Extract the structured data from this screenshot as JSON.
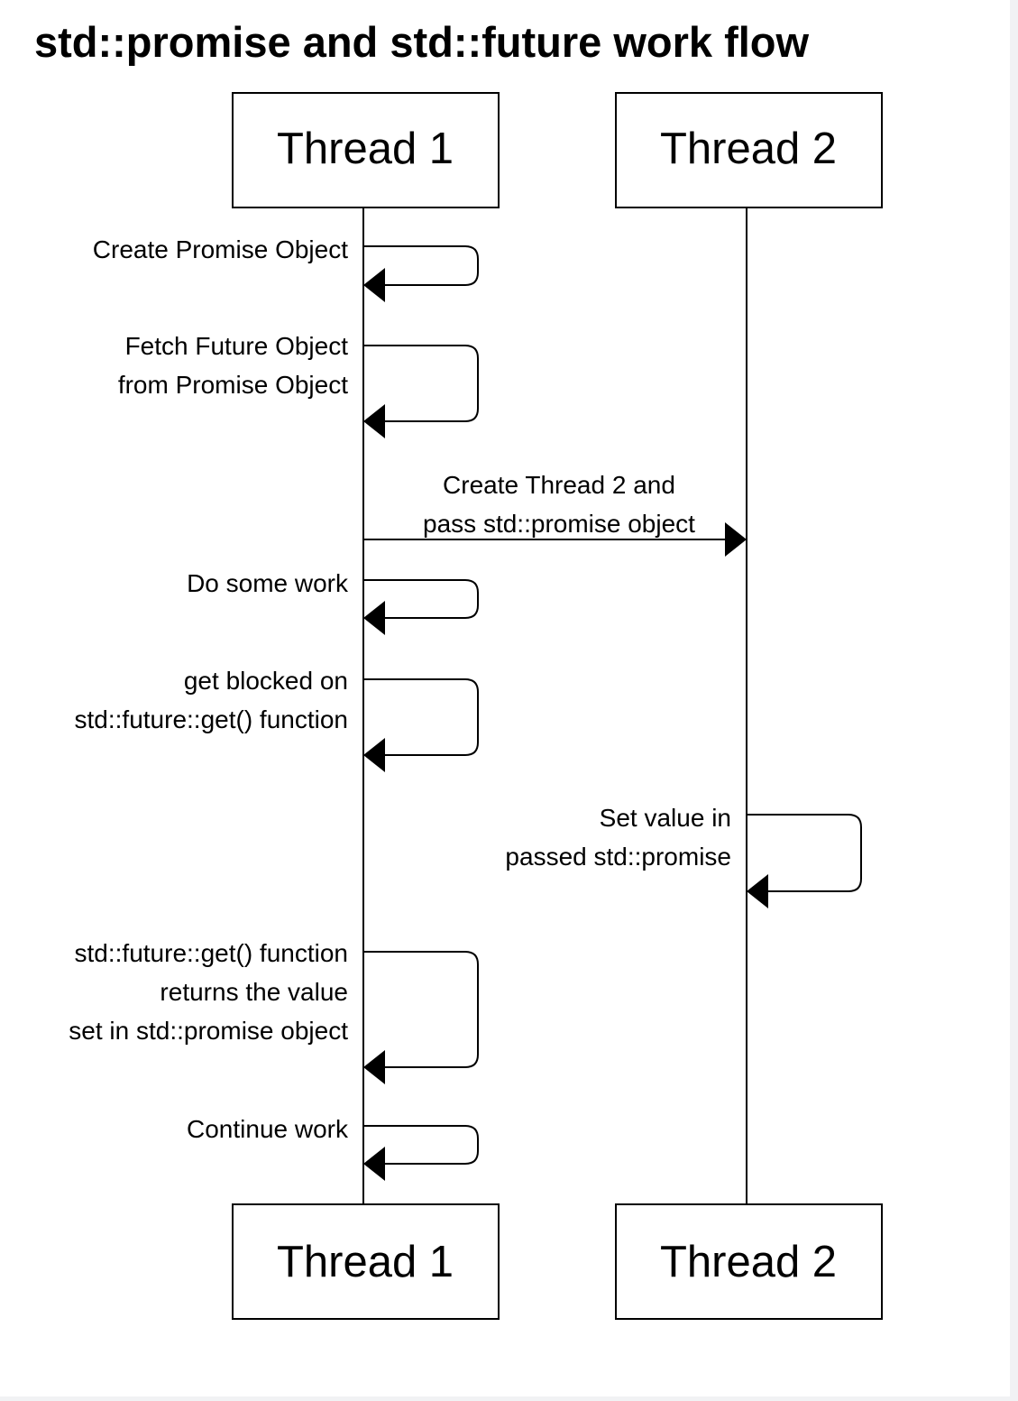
{
  "diagram": {
    "title": "std::promise and std::future work flow",
    "participants": [
      {
        "id": "t1",
        "label": "Thread 1"
      },
      {
        "id": "t2",
        "label": "Thread 2"
      }
    ],
    "messages": [
      {
        "from": "t1",
        "to": "t1",
        "lines": [
          "Create Promise Object"
        ]
      },
      {
        "from": "t1",
        "to": "t1",
        "lines": [
          "Fetch Future Object",
          "from Promise Object"
        ]
      },
      {
        "from": "t1",
        "to": "t2",
        "lines": [
          "Create Thread 2 and",
          "pass std::promise object"
        ]
      },
      {
        "from": "t1",
        "to": "t1",
        "lines": [
          "Do some work"
        ]
      },
      {
        "from": "t1",
        "to": "t1",
        "lines": [
          "get blocked on",
          "std::future::get() function"
        ]
      },
      {
        "from": "t2",
        "to": "t2",
        "lines": [
          "Set value in",
          "passed std::promise"
        ]
      },
      {
        "from": "t1",
        "to": "t1",
        "lines": [
          "std::future::get() function",
          "returns the value",
          "set in std::promise object"
        ]
      },
      {
        "from": "t1",
        "to": "t1",
        "lines": [
          "Continue work"
        ]
      }
    ]
  }
}
